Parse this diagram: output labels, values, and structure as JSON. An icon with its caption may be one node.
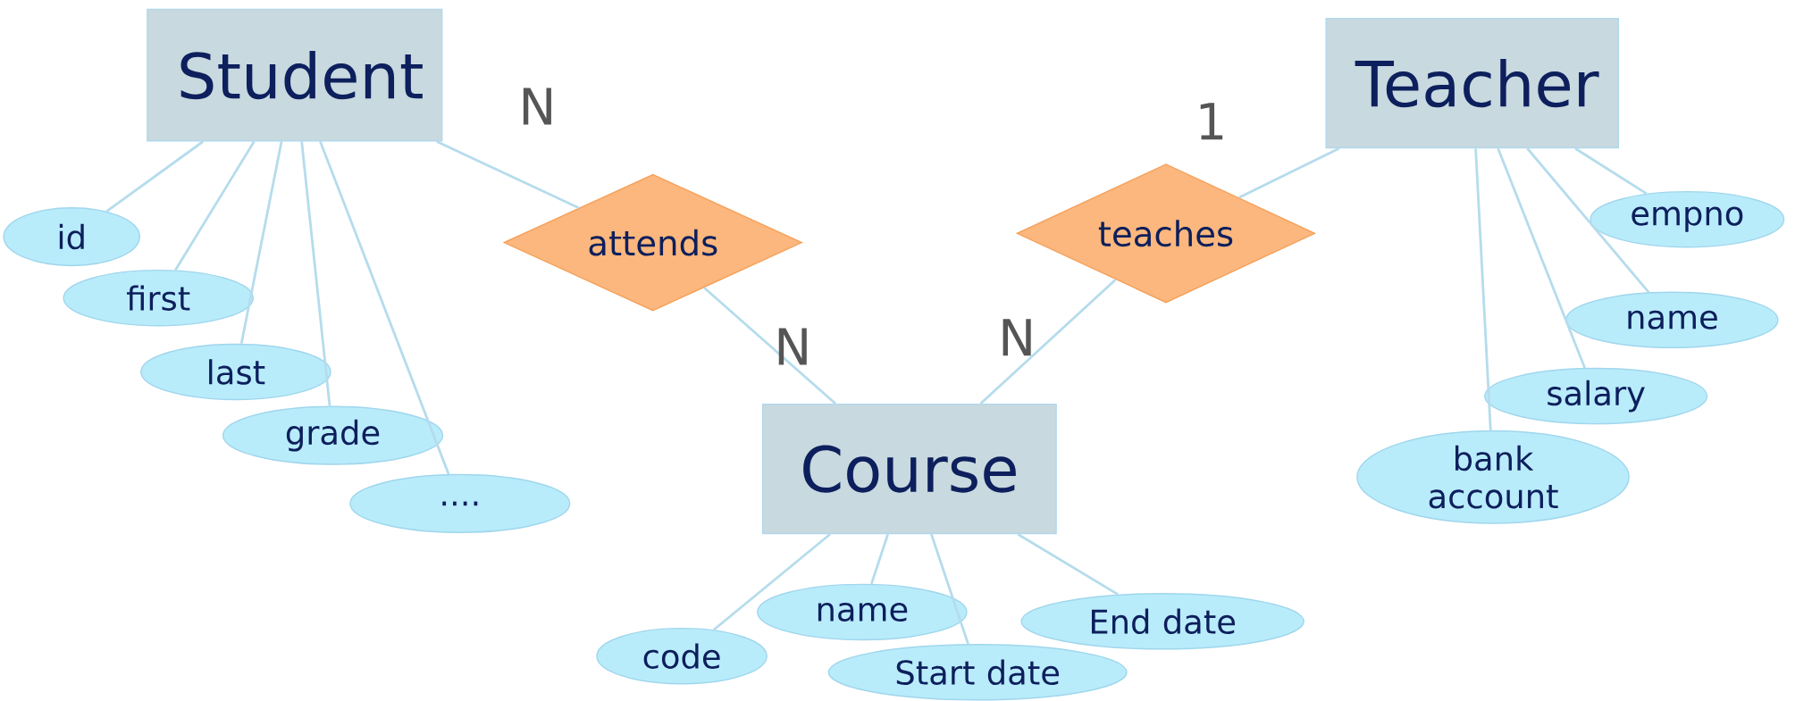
{
  "diagram": {
    "nodes": [
      {
        "text": [
          "Student"
        ]
      },
      {
        "text": [
          "id"
        ]
      },
      {
        "text": [
          "first"
        ]
      },
      {
        "text": [
          "last"
        ]
      },
      {
        "text": [
          "grade"
        ]
      },
      {
        "text": [
          "...."
        ]
      },
      {
        "text": [
          "attends"
        ]
      },
      {
        "text": [
          "Course"
        ]
      },
      {
        "text": [
          "code"
        ]
      },
      {
        "text": [
          "name"
        ]
      },
      {
        "text": [
          "Start date"
        ]
      },
      {
        "text": [
          "End date"
        ]
      },
      {
        "text": [
          "teaches"
        ]
      },
      {
        "text": [
          "Teacher"
        ]
      },
      {
        "text": [
          "empno"
        ]
      },
      {
        "text": [
          "name"
        ]
      },
      {
        "text": [
          "salary"
        ]
      },
      {
        "text": [
          "bank account"
        ]
      }
    ],
    "edges": [
      {
        "from": 0,
        "to": 1,
        "arrow": "none"
      },
      {
        "from": 0,
        "to": 2,
        "arrow": "none"
      },
      {
        "from": 0,
        "to": 3,
        "arrow": "none"
      },
      {
        "from": 0,
        "to": 4,
        "arrow": "none"
      },
      {
        "from": 0,
        "to": 5,
        "arrow": "none"
      },
      {
        "from": 0,
        "to": 6,
        "arrow": "none",
        "label": "N"
      },
      {
        "from": 6,
        "to": 7,
        "arrow": "none",
        "label": "N"
      },
      {
        "from": 7,
        "to": 8,
        "arrow": "none"
      },
      {
        "from": 7,
        "to": 9,
        "arrow": "none"
      },
      {
        "from": 7,
        "to": 10,
        "arrow": "none"
      },
      {
        "from": 7,
        "to": 11,
        "arrow": "none"
      },
      {
        "from": 12,
        "to": 7,
        "arrow": "none",
        "label": "N"
      },
      {
        "from": 13,
        "to": 12,
        "arrow": "none",
        "label": "1"
      },
      {
        "from": 13,
        "to": 14,
        "arrow": "none"
      },
      {
        "from": 13,
        "to": 15,
        "arrow": "none"
      },
      {
        "from": 13,
        "to": 16,
        "arrow": "none"
      },
      {
        "from": 13,
        "to": 17,
        "arrow": "none"
      }
    ]
  }
}
